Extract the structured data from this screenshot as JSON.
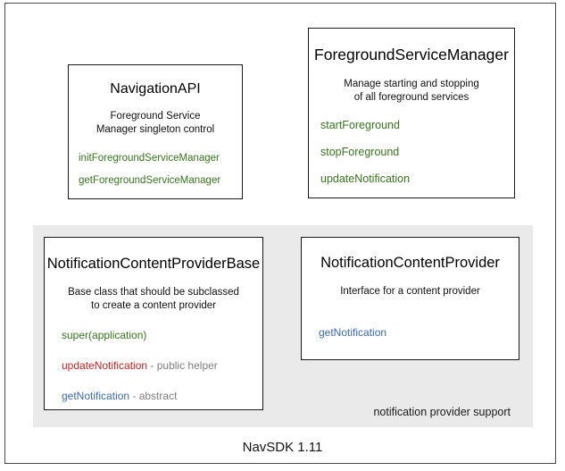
{
  "diagram": {
    "footer_caption": "NavSDK 1.11",
    "colors": {
      "method_green": "#38761d",
      "method_blue": "#3d6ab5",
      "method_red": "#cc2222",
      "note_gray": "#808080",
      "panel_gray": "#eaeaea",
      "frame_border": "#4a4a4a",
      "box_border": "#1a1a1a"
    },
    "group_panel": {
      "label": "notification provider support"
    },
    "boxes": [
      {
        "id": "navigation-api",
        "title": "NavigationAPI",
        "description": "Foreground Service\nManager singleton control",
        "description_lines": [
          "Foreground Service",
          "Manager singleton control"
        ],
        "members": [
          {
            "name": "initForegroundServiceManager",
            "note": "",
            "color": "method_green"
          },
          {
            "name": "getForegroundServiceManager",
            "note": "",
            "color": "method_green"
          }
        ]
      },
      {
        "id": "foreground-service-manager",
        "title": "ForegroundServiceManager",
        "description": "Manage starting and stopping\nof all foreground services",
        "description_lines": [
          "Manage starting and stopping",
          "of all foreground services"
        ],
        "members": [
          {
            "name": "startForeground",
            "note": "",
            "color": "method_green"
          },
          {
            "name": "stopForeground",
            "note": "",
            "color": "method_green"
          },
          {
            "name": "updateNotification",
            "note": "",
            "color": "method_green"
          }
        ]
      },
      {
        "id": "notification-content-provider-base",
        "title": "NotificationContentProviderBase",
        "description": "Base class that should be subclassed\nto create a content provider",
        "description_lines": [
          "Base class that should be subclassed",
          "to create a content provider"
        ],
        "members": [
          {
            "name": "super(application)",
            "note": "",
            "color": "method_green"
          },
          {
            "name": "updateNotification",
            "note": " - public helper",
            "color": "method_red"
          },
          {
            "name": "getNotification",
            "note": " - abstract",
            "color": "method_blue"
          }
        ]
      },
      {
        "id": "notification-content-provider",
        "title": "NotificationContentProvider",
        "description": "Interface for a content provider",
        "description_lines": [
          "Interface for a content provider"
        ],
        "members": [
          {
            "name": "getNotification",
            "note": "",
            "color": "method_blue"
          }
        ]
      }
    ]
  }
}
